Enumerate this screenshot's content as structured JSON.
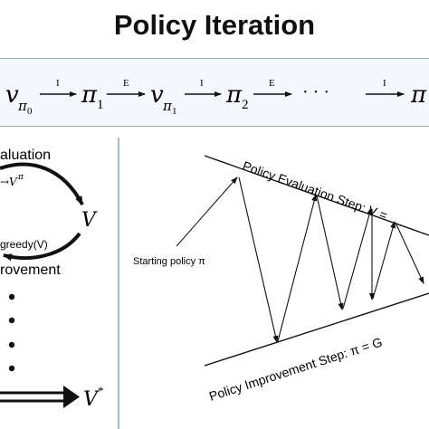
{
  "title": "Policy Iteration",
  "sequence": {
    "v": "v",
    "pi": "π",
    "sub0": "π",
    "sub0n": "0",
    "sub1": "π",
    "sub1n": "1",
    "n1": "1",
    "n2": "2",
    "eval_mark": "E",
    "improve_mark": "I",
    "dots": "· · ·"
  },
  "left_diagram": {
    "evaluation_fragment": "aluation",
    "v_pi_fragment": "→V",
    "v_pi_sup": "π",
    "big_v": "V",
    "greedy_fragment": "greedy(V)",
    "improvement_fragment": "rovement",
    "v_star": "V",
    "v_star_sup": "*"
  },
  "right_diagram": {
    "starting_policy": "Starting policy π",
    "evaluation_step": "Policy Evaluation Step: V =",
    "improvement_step": "Policy Improvement Step: π = G"
  },
  "colors": {
    "band_bg": "#f4f7fb",
    "divider": "#8fa0b8",
    "ink": "#111111"
  }
}
